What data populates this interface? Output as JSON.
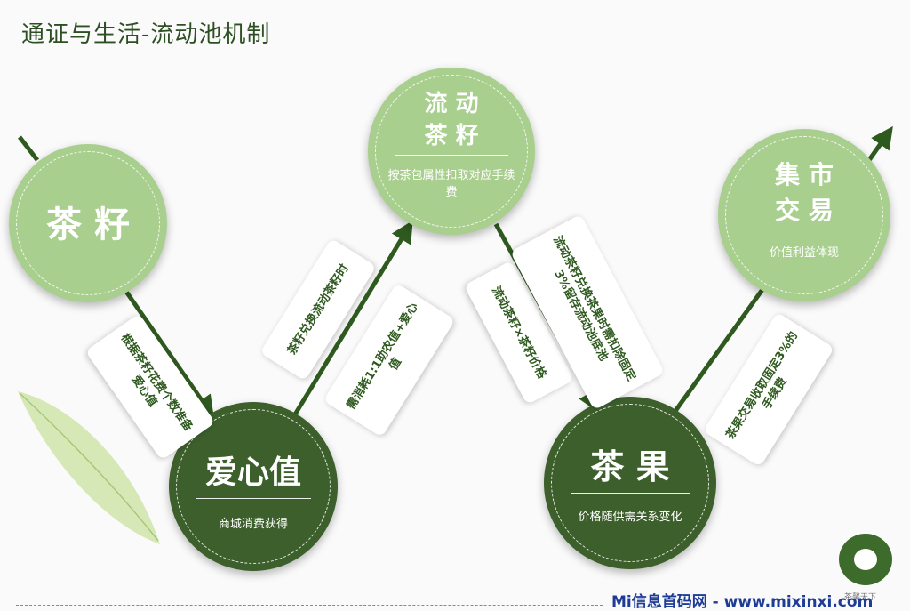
{
  "title": "通证与生活-流动池机制",
  "nodes": {
    "seed": {
      "label": "茶  籽"
    },
    "love": {
      "label": "爱心值",
      "desc": "商城消费获得"
    },
    "pool": {
      "label_line1": "流 动",
      "label_line2": "茶 籽",
      "desc": "按茶包属性扣取对应手续费"
    },
    "fruit": {
      "label": "茶 果",
      "desc": "价格随供需关系变化"
    },
    "market": {
      "label_line1": "集 市",
      "label_line2": "交 易",
      "desc": "价值利益体现"
    }
  },
  "notes": {
    "n1": "根据茶籽花费个数准备爱心值",
    "n2": "茶籽兑换流动茶籽时",
    "n3": "需消耗1:1助农值+爱心值",
    "n4": "流动茶籽×茶籽价格",
    "n5": "流动茶籽兑换茶果时需扣除固定3%留存流动池底池",
    "n6": "茶果交易收取固定3%的手续费"
  },
  "footer": "Mi信息首码网 - www.mixinxi.com",
  "logo_text": "茶馨天下",
  "colors": {
    "light": "#a9cf8e",
    "dark": "#3c5f2c",
    "arrow": "#2f5a1f"
  }
}
